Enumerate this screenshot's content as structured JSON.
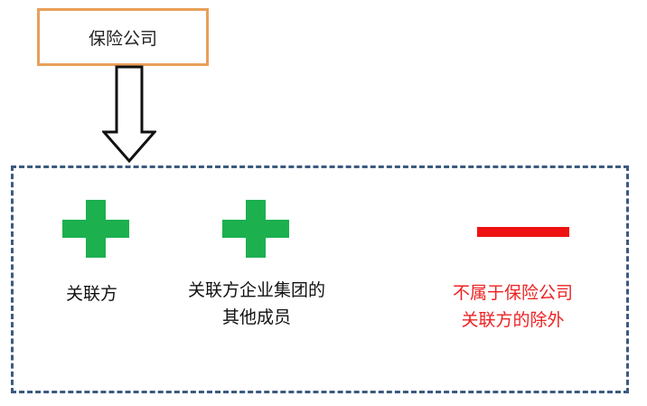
{
  "top_box": {
    "label": "保险公司"
  },
  "items": [
    {
      "symbol": "plus",
      "lines": [
        "关联方"
      ]
    },
    {
      "symbol": "plus",
      "lines": [
        "关联方企业集团的",
        "其他成员"
      ]
    },
    {
      "symbol": "minus",
      "lines": [
        "不属于保险公司",
        "关联方的除外"
      ]
    }
  ],
  "colors": {
    "top_box_border": "#e8a05a",
    "dashed_border": "#3c5a80",
    "plus_green": "#1cb04f",
    "minus_red": "#ee1111",
    "exclusion_text": "#ee2222"
  }
}
